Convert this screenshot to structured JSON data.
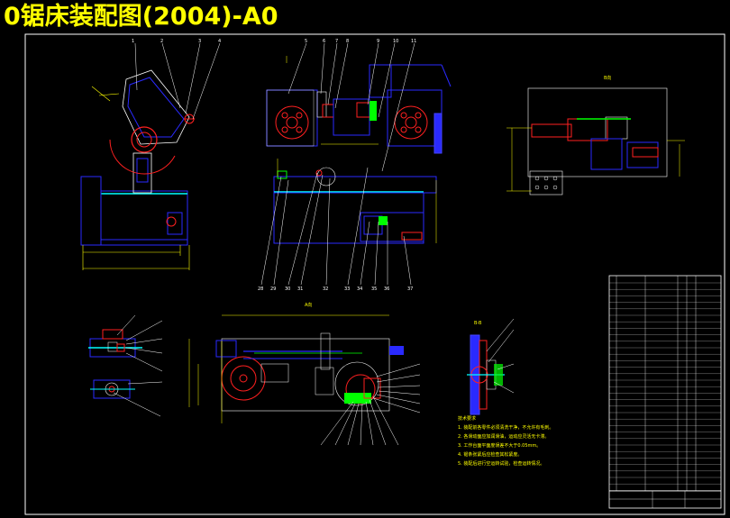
{
  "title": "0锯床装配图(2004)-A0",
  "view_labels": {
    "section_a": "A向",
    "section_b": "B-B",
    "top_right": "B向"
  },
  "balloons_top_left": [
    "1",
    "2",
    "3",
    "4"
  ],
  "balloons_top_mid": [
    "5",
    "6",
    "7",
    "8",
    "9",
    "10",
    "11"
  ],
  "balloons_bottom_mid_row": [
    "28",
    "29",
    "30",
    "31",
    "32",
    "33",
    "34",
    "35",
    "36",
    "37"
  ],
  "tech_notes": {
    "heading": "技术要求",
    "lines": [
      "1. 装配前各零件必须清洗干净，不允许有毛刺。",
      "2. 各滑动面应加润滑油，运动应灵活无卡滞。",
      "3. 工作台面平面度误差不大于0.05mm。",
      "4. 锯条张紧后应检查其松紧度。",
      "5. 装配后进行空运转试验，检查运转情况。"
    ]
  },
  "colors": {
    "outline": "#2a2aff",
    "bright_blue": "#4444ff",
    "cyan": "#00ffff",
    "red": "#ff2020",
    "yellow": "#ffff00",
    "green": "#00ff00",
    "white": "#ffffff"
  }
}
